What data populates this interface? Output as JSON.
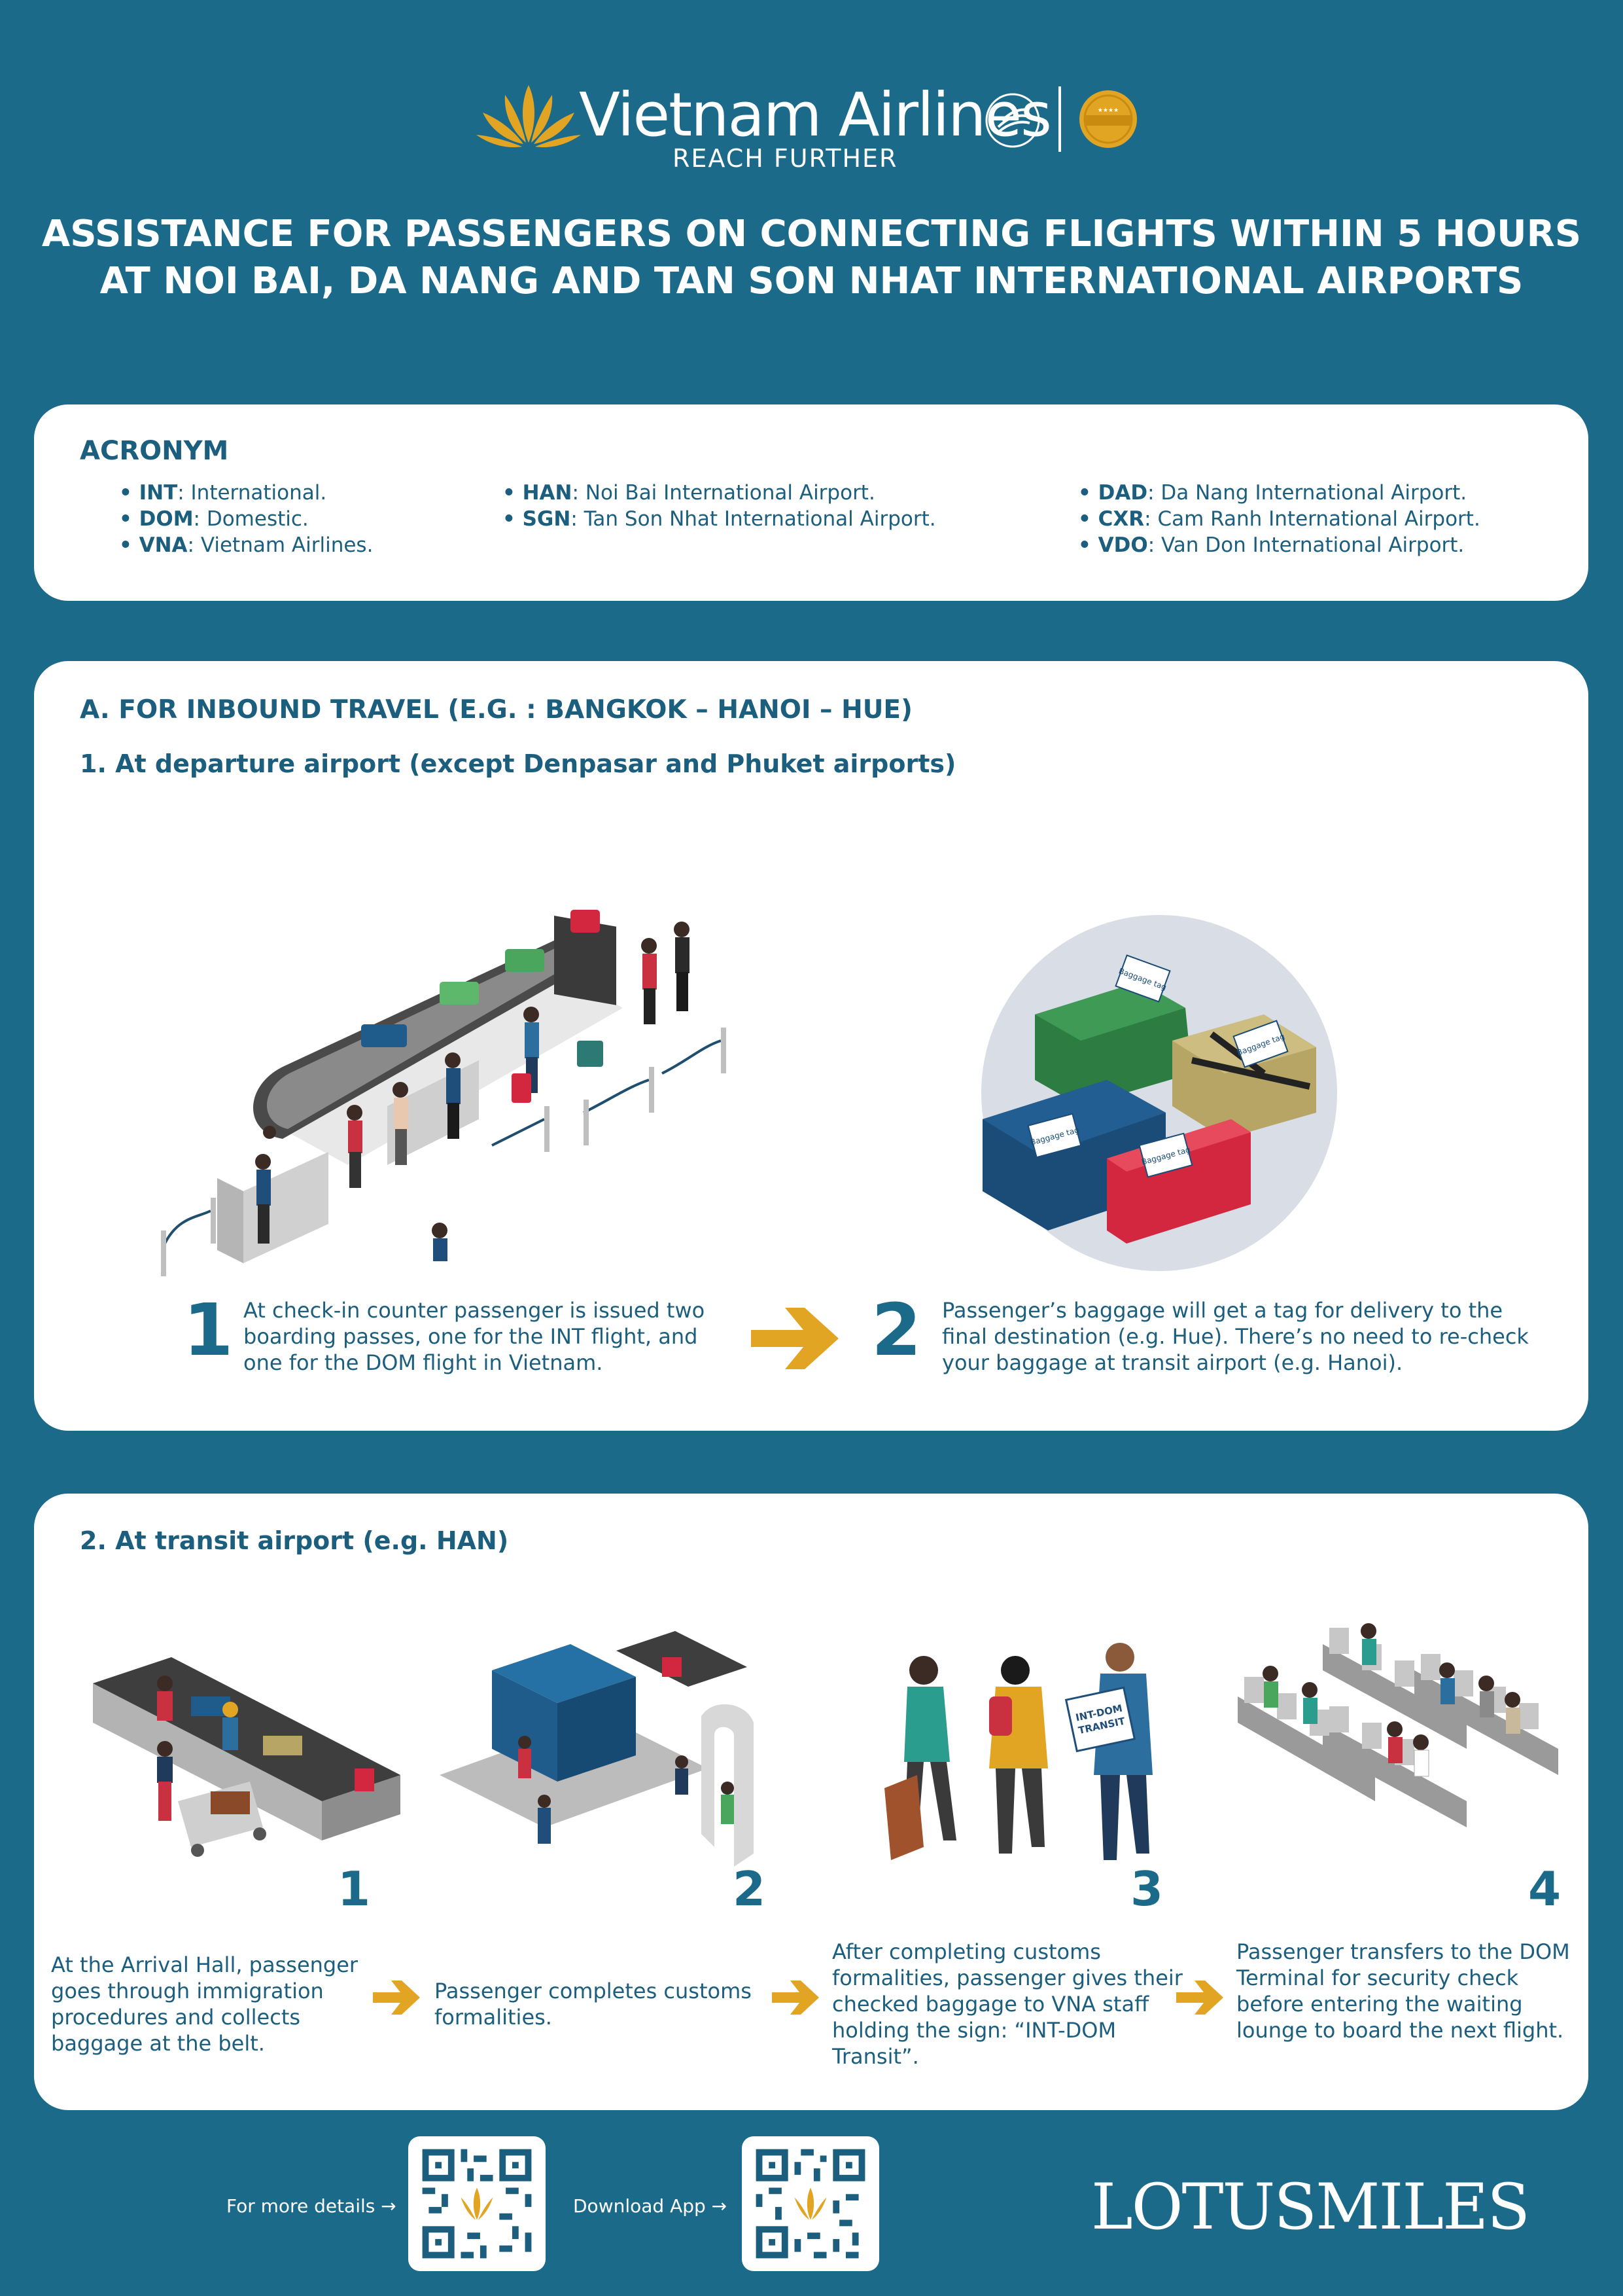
{
  "header": {
    "brand": "Vietnam Airlines",
    "tagline": "REACH FURTHER",
    "skyteam": "SKYTEAM",
    "badge": "4 STAR AIRLINE"
  },
  "title": {
    "line1": "ASSISTANCE FOR PASSENGERS ON CONNECTING FLIGHTS WITHIN 5 HOURS",
    "line2": "AT NOI BAI, DA NANG AND TAN SON NHAT INTERNATIONAL AIRPORTS"
  },
  "acronym": {
    "heading": "ACRONYM",
    "col1": [
      {
        "code": "INT",
        "desc": ": International."
      },
      {
        "code": "DOM",
        "desc": ": Domestic."
      },
      {
        "code": "VNA",
        "desc": ": Vietnam Airlines."
      }
    ],
    "col2": [
      {
        "code": "HAN",
        "desc": ": Noi Bai International Airport."
      },
      {
        "code": "SGN",
        "desc": ": Tan Son Nhat International Airport."
      }
    ],
    "col3": [
      {
        "code": "DAD",
        "desc": ": Da Nang International Airport."
      },
      {
        "code": "CXR",
        "desc": ": Cam Ranh International Airport."
      },
      {
        "code": "VDO",
        "desc": ": Van Don International Airport."
      }
    ]
  },
  "inbound": {
    "heading": "A. FOR INBOUND TRAVEL (E.G. : BANGKOK – HANOI – HUE)",
    "sub": "1. At departure airport (except Denpasar and Phuket airports)",
    "bag_tag": "Baggage tag",
    "steps": [
      {
        "num": "1",
        "text": "At check-in counter passenger is issued two boarding passes, one for the INT flight, and one for the DOM flight in Vietnam."
      },
      {
        "num": "2",
        "text": "Passenger’s baggage will get a tag for delivery to the final destination (e.g. Hue). There’s no need to re-check your baggage at transit airport (e.g. Hanoi)."
      }
    ]
  },
  "transit": {
    "heading": "2. At transit airport (e.g. HAN)",
    "sign": "INT-DOM TRANSIT",
    "steps": [
      {
        "num": "1",
        "text": "At the Arrival Hall, passenger goes through immigration procedures and collects baggage at the belt."
      },
      {
        "num": "2",
        "text": "Passenger completes customs formalities."
      },
      {
        "num": "3",
        "text": "After completing customs formalities, passenger gives their checked baggage to VNA staff holding the sign: “INT-DOM Transit”."
      },
      {
        "num": "4",
        "text": "Passenger transfers to the DOM Terminal for security check before entering the waiting lounge to board the next flight."
      }
    ]
  },
  "footer": {
    "details": "For more details →",
    "download": "Download App →",
    "program": "LOTUSMILES"
  },
  "colors": {
    "background": "#1b6a8a",
    "accent": "#e2a523",
    "text": "#1b5e7e"
  }
}
